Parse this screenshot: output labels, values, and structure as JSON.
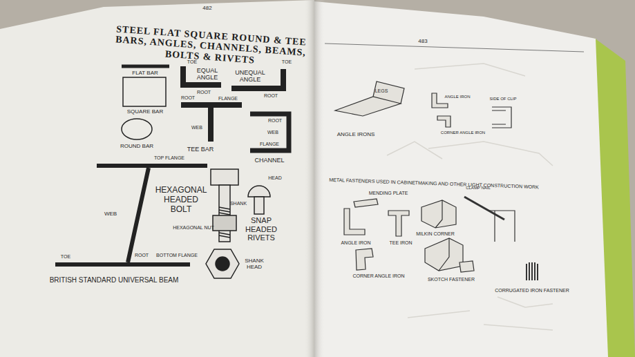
{
  "diagram": {
    "title": "STEEL FLAT SQUARE ROUND & TEE BARS, ANGLES, CHANNELS, BEAMS, BOLTS & RIVETS",
    "labels": [
      "482",
      "FLAT BAR",
      "SQUARE BAR",
      "ROUND BAR",
      "TOE",
      "EQUAL ANGLE",
      "ROOT",
      "UNEQUAL ANGLE",
      "TOE",
      "ROOT",
      "ROOT",
      "FLANGE",
      "WEB",
      "TEE BAR",
      "ROOT",
      "WEB",
      "FLANGE",
      "CHANNEL",
      "TOP FLANGE",
      "WEB",
      "ROOT",
      "BOTTOM FLANGE",
      "TOE",
      "BRITISH STANDARD UNIVERSAL BEAM",
      "HEAD",
      "HEXAGONAL HEADED BOLT",
      "SHANK",
      "SNAP HEADED RIVETS",
      "HEXAGONAL NUT",
      "SHANK HEAD",
      "483",
      "LEGS",
      "ANGLE IRONS",
      "ANGLE IRON",
      "SIDE OF CLIP",
      "CORNER ANGLE IRON",
      "METAL FASTENERS USED IN CABINETMAKING AND OTHER LIGHT CONSTRUCTION WORK",
      "MENDING PLATE",
      "CLAMP NAIL",
      "MILKIN CORNER",
      "ANGLE IRON",
      "TEE IRON",
      "CORNER ANGLE IRON",
      "SKOTCH FASTENER",
      "CORRUGATED IRON FASTENER"
    ]
  }
}
